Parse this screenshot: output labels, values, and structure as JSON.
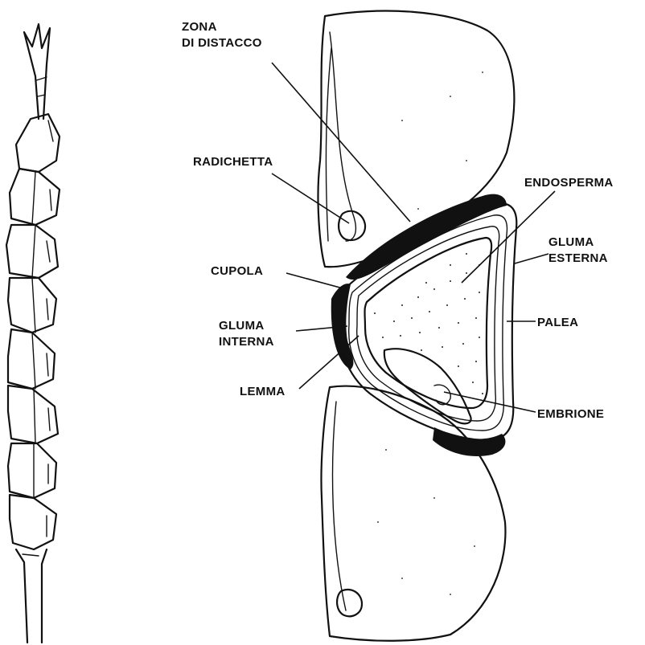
{
  "labels": {
    "zona_di_distacco_1": "ZONA",
    "zona_di_distacco_2": "DI DISTACCO",
    "radichetta": "RADICHETTA",
    "endosperma": "ENDOSPERMA",
    "gluma_esterna_1": "GLUMA",
    "gluma_esterna_2": "ESTERNA",
    "cupola": "CUPOLA",
    "palea": "PALEA",
    "gluma_interna_1": "GLUMA",
    "gluma_interna_2": "INTERNA",
    "lemma": "LEMMA",
    "embrione": "EMBRIONE"
  },
  "colors": {
    "ink": "#111111",
    "background": "#ffffff"
  }
}
